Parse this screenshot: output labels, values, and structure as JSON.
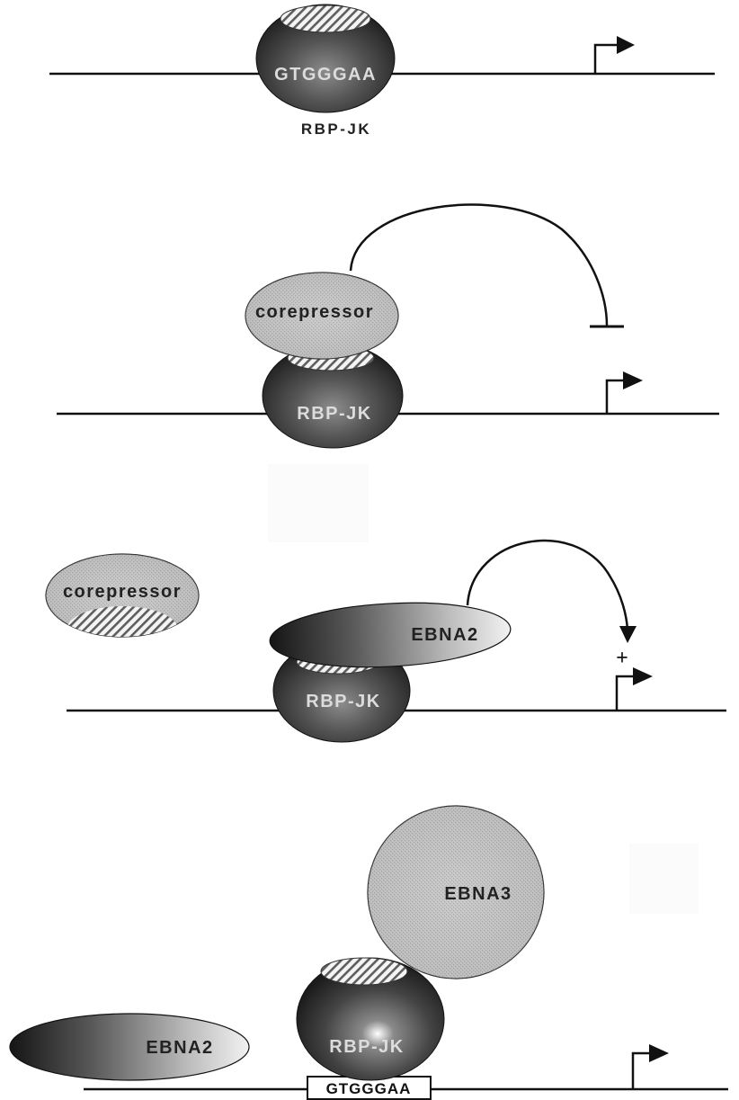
{
  "figure": {
    "panel1": {
      "site_label": "GTGGGAA",
      "protein_label": "RBP-JK"
    },
    "panel2": {
      "corepressor_label": "corepressor",
      "protein_label": "RBP-JK"
    },
    "panel3": {
      "corepressor_label": "corepressor",
      "activator_label": "EBNA2",
      "protein_label": "RBP-JK",
      "activation_sign": "+"
    },
    "panel4": {
      "ebna3_label": "EBNA3",
      "protein_label": "RBP-JK",
      "ebna2_label": "EBNA2",
      "site_label": "GTGGGAA"
    }
  },
  "colors": {
    "line": "#111111",
    "sphere_dark": "#3a3a3a",
    "sphere_light": "#c8c8c8",
    "hatch": "#6a6a6a"
  }
}
